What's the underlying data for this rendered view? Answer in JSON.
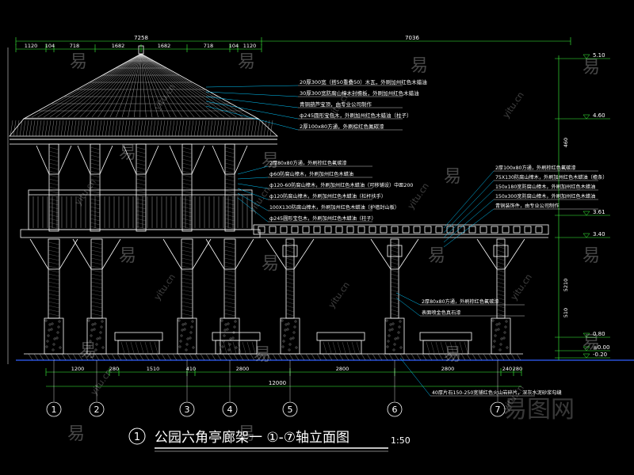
{
  "drawing": {
    "title": "公园六角亭廊架一 ①-⑦轴立面图",
    "title_number": "1",
    "scale": "1:50"
  },
  "dimensions_top": {
    "row1": [
      "1120",
      "104",
      "718",
      "1682",
      "1682",
      "718",
      "104",
      "1120"
    ],
    "total_left": "7258",
    "total_right": "7036"
  },
  "dimensions_bottom": {
    "row1": [
      "1200",
      "280",
      "1510",
      "410",
      "2800",
      "2800",
      "2800",
      "240",
      "280"
    ],
    "total": "12000"
  },
  "dimensions_right": [
    "5.10",
    "4.60",
    "3.61",
    "3.40",
    "0.80",
    "±0.00",
    "-0.20",
    "510",
    "5210",
    "460"
  ],
  "axes": [
    "1",
    "2",
    "3",
    "4",
    "5",
    "6",
    "7"
  ],
  "notes_roof": [
    "20厚300宽（搭50重叠50）木瓦，外刷加州红色木蜡油",
    "30厚300宽防腐山樟木封檐板，外刷加州红色木蜡油",
    "青铜葫芦宝顶，由专业公司制作",
    "ф245圆形宝包木，外刷加州红色木蜡油（柱子）",
    "2厚100x80方通，外刷棕红色氟碳漆"
  ],
  "notes_mid_left": [
    "2厚80x80方通，外刷棕红色氟碳漆",
    "ф60防腐山樟木，外刷加州红色木蜡油",
    "ф120-60防腐山樟木，外刷加州红色木蜡油（可移铺设）中距200",
    "ф120防腐山樟木，外刷加州红色木蜡油（栏杆扶手）",
    "100X130防腐山樟木，外刷加州红色木蜡油（护墙封山板）",
    "ф245圆形宝包木，外刷加州红色木蜡油（柱子）"
  ],
  "notes_mid_right": [
    "2厚100x80方通，外刷棕红色氟碳漆",
    "75X130防腐山樟木，外刷加州红色木蜡油（檐条）",
    "150x180宽防腐山樟木，外刷加州红色木蜡油",
    "150x300宽防腐山樟木，外刷加州红色木蜡油",
    "青铜装饰件，由专业公司制作"
  ],
  "notes_lower": [
    "2厚80x80方通，外刷棕红色氟碳漆",
    "表面喷金色真石漆"
  ],
  "notes_bottom": [
    "40厚片石150-250宽铺红色火山岩碎片，深灰水泥砂浆勾缝"
  ],
  "watermarks": [
    "易",
    "yitu.cn",
    "易图网"
  ],
  "colors": {
    "background": "#000000",
    "lines": "#ffffff",
    "dimension": "#3cff3c",
    "leader": "#00c8ff",
    "text": "#ffffff",
    "ground": "#3060ff",
    "accent": "#ff4444"
  }
}
